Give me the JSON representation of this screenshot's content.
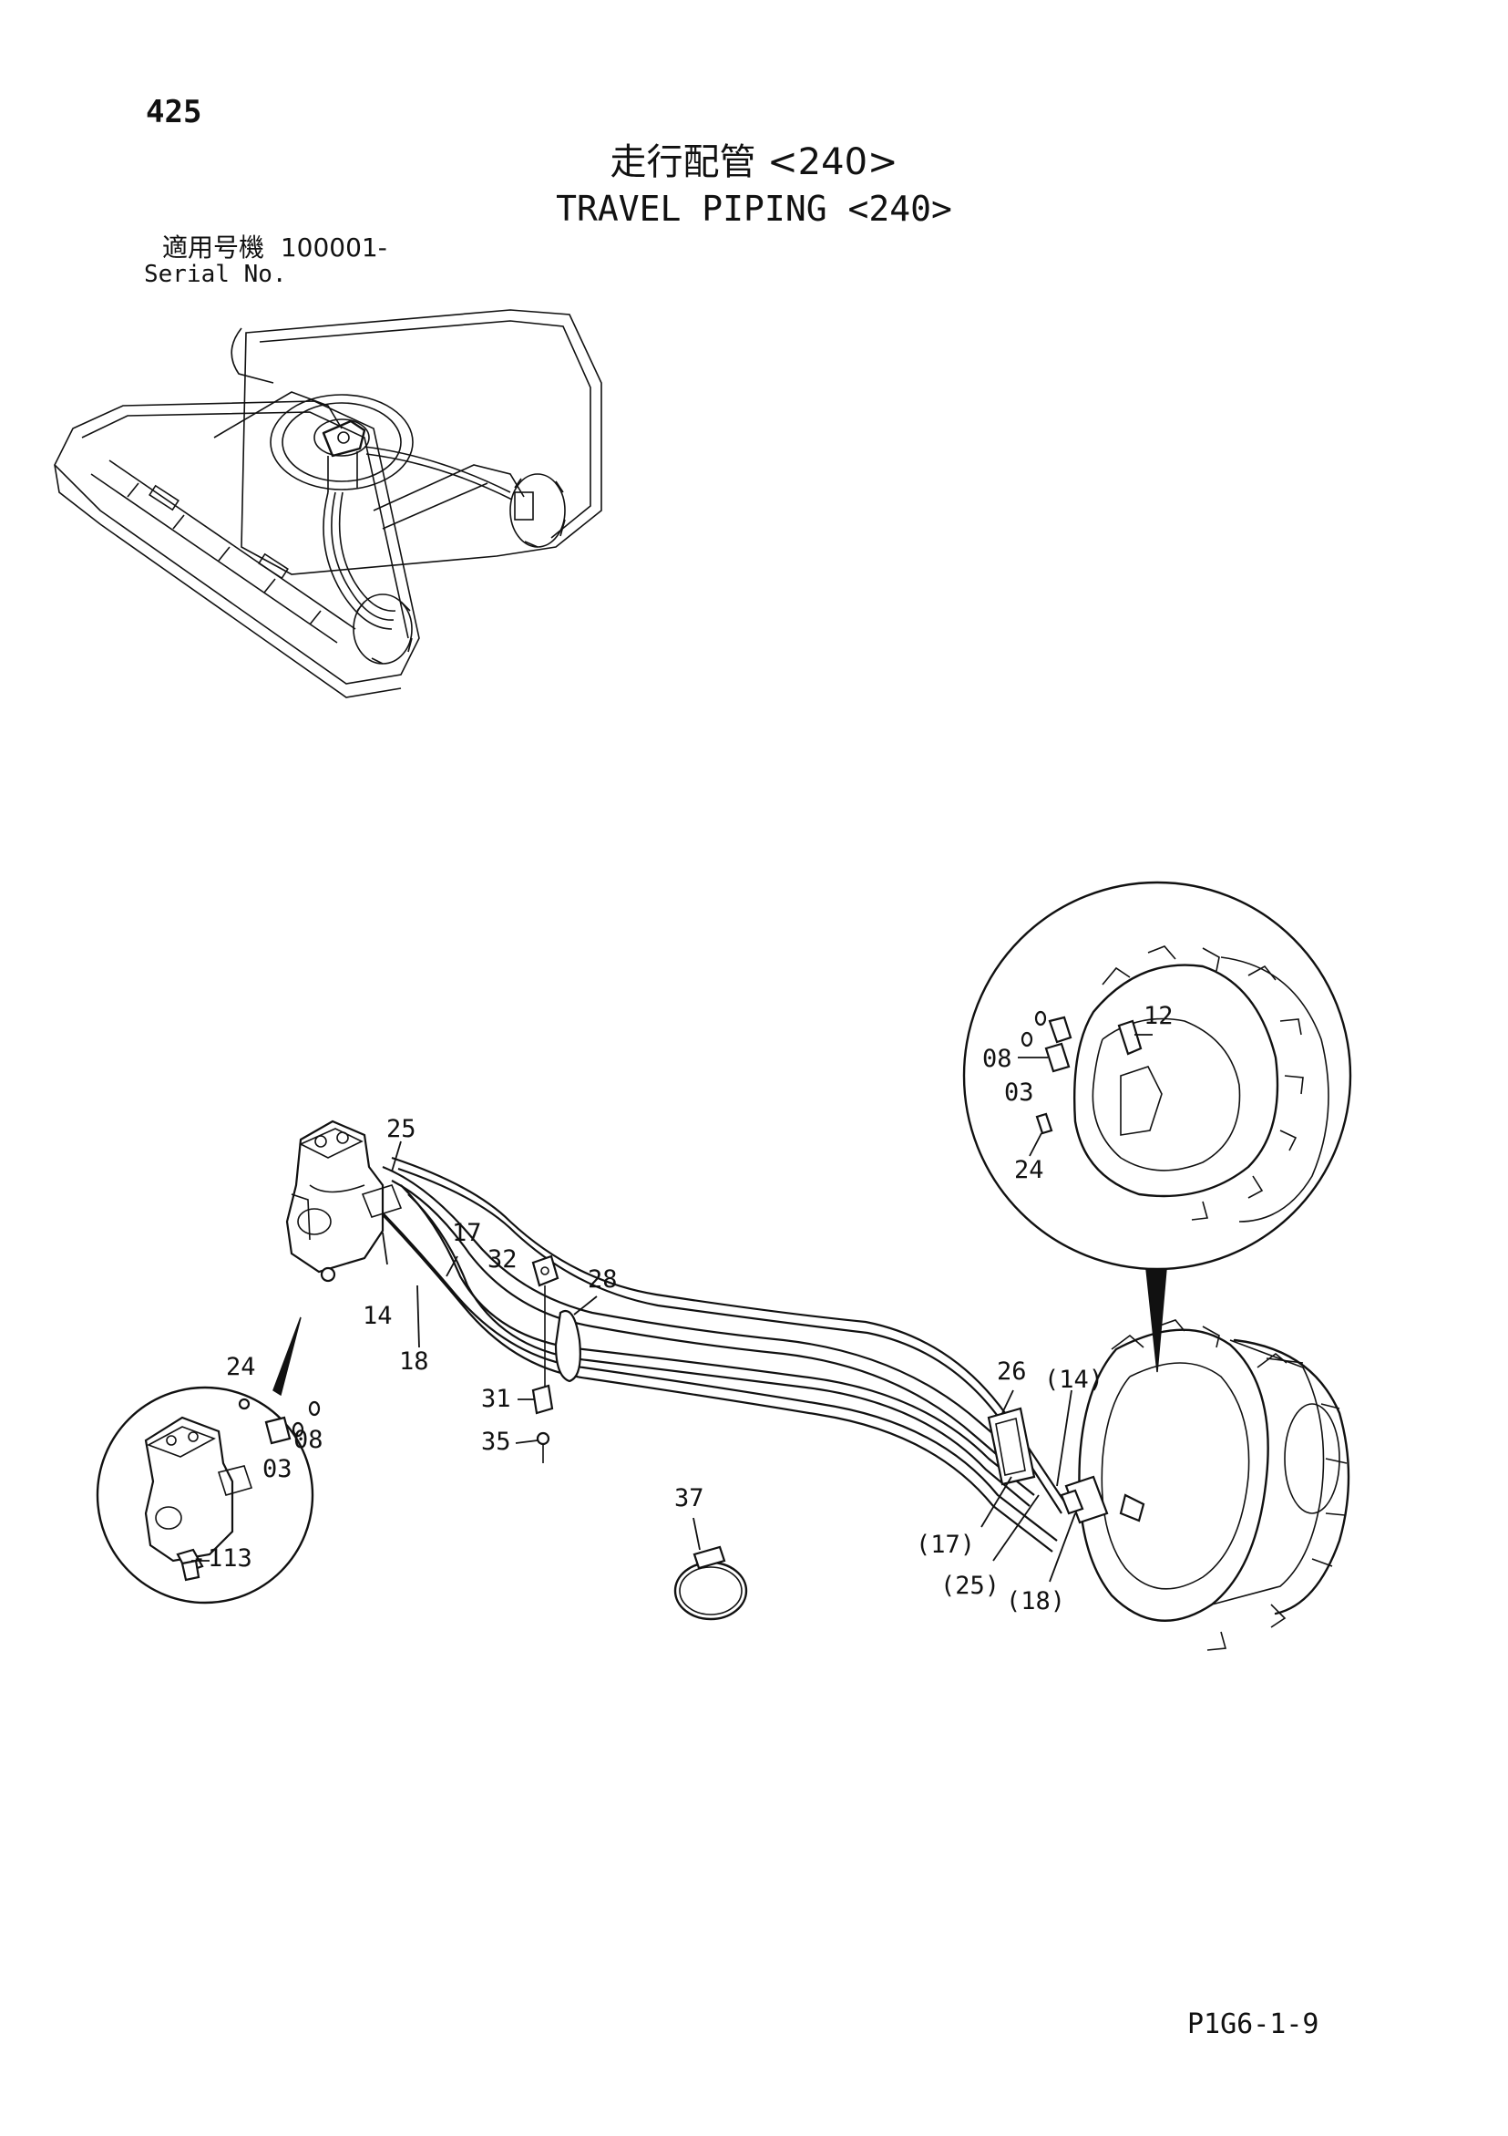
{
  "page_number": "425",
  "title_jp": "走行配管 <240>",
  "title_en": "TRAVEL PIPING <240>",
  "serial": {
    "label_jp": "適用号機",
    "value": "100001-",
    "label_en": "Serial No."
  },
  "doc_code": "P1G6-1-9",
  "callouts": {
    "c25": "25",
    "c17": "17",
    "c32": "32",
    "c28": "28",
    "c14": "14",
    "c18": "18",
    "c31": "31",
    "c35": "35",
    "c37": "37",
    "c26": "26",
    "c14p": "(14)",
    "c17p": "(17)",
    "c25p": "(25)",
    "c18p": "(18)",
    "r12": "12",
    "r08": "08",
    "r03": "03",
    "r24": "24",
    "l24": "24",
    "l08": "08",
    "l03": "03",
    "l113": "113"
  }
}
